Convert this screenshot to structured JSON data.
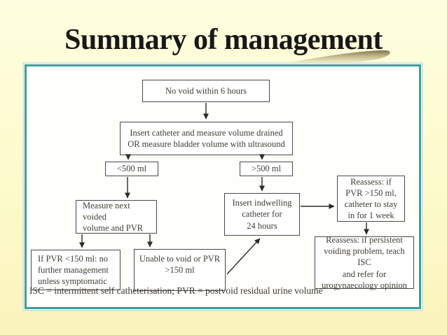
{
  "slide": {
    "title": "Summary of management"
  },
  "flowchart": {
    "nodes": {
      "no_void": "No void within 6 hours",
      "insert_catheter": "Insert catheter and measure volume drained\nOR measure bladder volume with ultrasound",
      "lt500": "<500 ml",
      "gt500": ">500 ml",
      "measure_next": "Measure next voided\nvolume and PVR",
      "pvr_lt150": "If PVR <150 ml: no\nfurther management\nunless symptomatic",
      "unable_void": "Unable to void or PVR\n>150 ml",
      "indwelling": "Insert indwelling\ncatheter for\n24 hours",
      "reassess_week": "Reassess: if\nPVR >150 ml,\ncatheter to stay\nin for 1 week",
      "reassess_isc": "Reassess: if persistent\nvoiding problem, teach ISC\nand refer for\nurogynaecology opinion"
    },
    "edges": [
      {
        "from": "no_void",
        "to": "insert_catheter"
      },
      {
        "from": "insert_catheter",
        "to": "lt500"
      },
      {
        "from": "insert_catheter",
        "to": "gt500"
      },
      {
        "from": "lt500",
        "to": "measure_next"
      },
      {
        "from": "gt500",
        "to": "indwelling"
      },
      {
        "from": "measure_next",
        "to": "pvr_lt150"
      },
      {
        "from": "measure_next",
        "to": "unable_void"
      },
      {
        "from": "unable_void",
        "to": "indwelling"
      },
      {
        "from": "indwelling",
        "to": "reassess_week"
      },
      {
        "from": "reassess_week",
        "to": "reassess_isc"
      }
    ],
    "legend": "ISC = intermittent self catheterisation; PVR = postvoid residual urine volume"
  },
  "colors": {
    "background": "#fdf9cb",
    "panel_border_teal": "#3f9e97",
    "node_border": "#4a4a4a",
    "node_text": "#423d35",
    "title_text": "#181818",
    "swoosh_dark": "#84754f"
  }
}
